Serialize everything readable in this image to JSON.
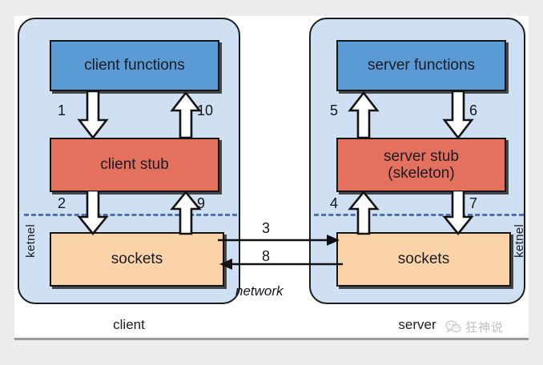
{
  "diagram": {
    "title": "RPC client-server stub and sockets diagram",
    "colors": {
      "panel_fill": "#cfe0f2",
      "functions_box": "#5b9bd5",
      "stub_box": "#e4705e",
      "sockets_box": "#fad4a8",
      "kernel_divider": "#4a72b0",
      "page_background": "#ececec",
      "card_background": "#ffffff"
    },
    "client": {
      "caption": "client",
      "kernel_label": "ketnel",
      "boxes": {
        "functions": "client functions",
        "stub": "client stub",
        "sockets": "sockets"
      },
      "steps": {
        "functions_to_stub": "1",
        "stub_to_sockets": "2",
        "sockets_to_stub": "9",
        "stub_to_functions": "10"
      }
    },
    "server": {
      "caption": "server",
      "kernel_label": "ketnel",
      "boxes": {
        "functions": "server functions",
        "stub_line1": "server stub",
        "stub_line2": "(skeleton)",
        "sockets": "sockets"
      },
      "steps": {
        "stub_to_functions": "5",
        "functions_to_stub": "6",
        "stub_to_sockets": "7",
        "sockets_to_stub": "4"
      }
    },
    "network": {
      "caption": "network",
      "request_step": "3",
      "reply_step": "8"
    }
  },
  "watermark": {
    "text": "狂神说",
    "icon": "wechat-icon"
  }
}
